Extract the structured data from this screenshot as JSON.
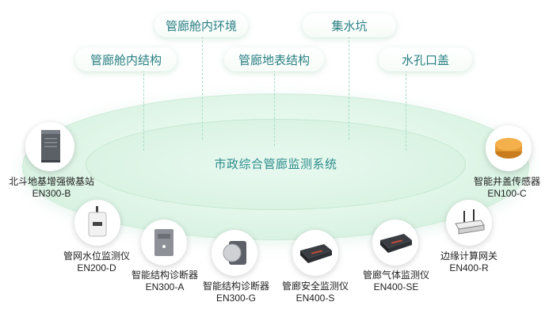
{
  "center": {
    "title": "市政综合管廊监测系统"
  },
  "pills": [
    {
      "label": "管廊舱内环境"
    },
    {
      "label": "集水坑"
    },
    {
      "label": "管廊舱内结构"
    },
    {
      "label": "管廊地表结构"
    },
    {
      "label": "水孔口盖"
    }
  ],
  "devices": [
    {
      "name": "北斗地基增强微基站",
      "model": "EN300-B"
    },
    {
      "name": "管网水位监测仪",
      "model": "EN200-D"
    },
    {
      "name": "智能结构诊断器",
      "model": "EN300-A"
    },
    {
      "name": "智能结构诊断器",
      "model": "EN300-G"
    },
    {
      "name": "管廊安全监测仪",
      "model": "EN400-S"
    },
    {
      "name": "管廊气体监测仪",
      "model": "EN400-SE"
    },
    {
      "name": "边缘计算网关",
      "model": "EN400-R"
    },
    {
      "name": "智能井盖传感器",
      "model": "EN100-C"
    }
  ]
}
